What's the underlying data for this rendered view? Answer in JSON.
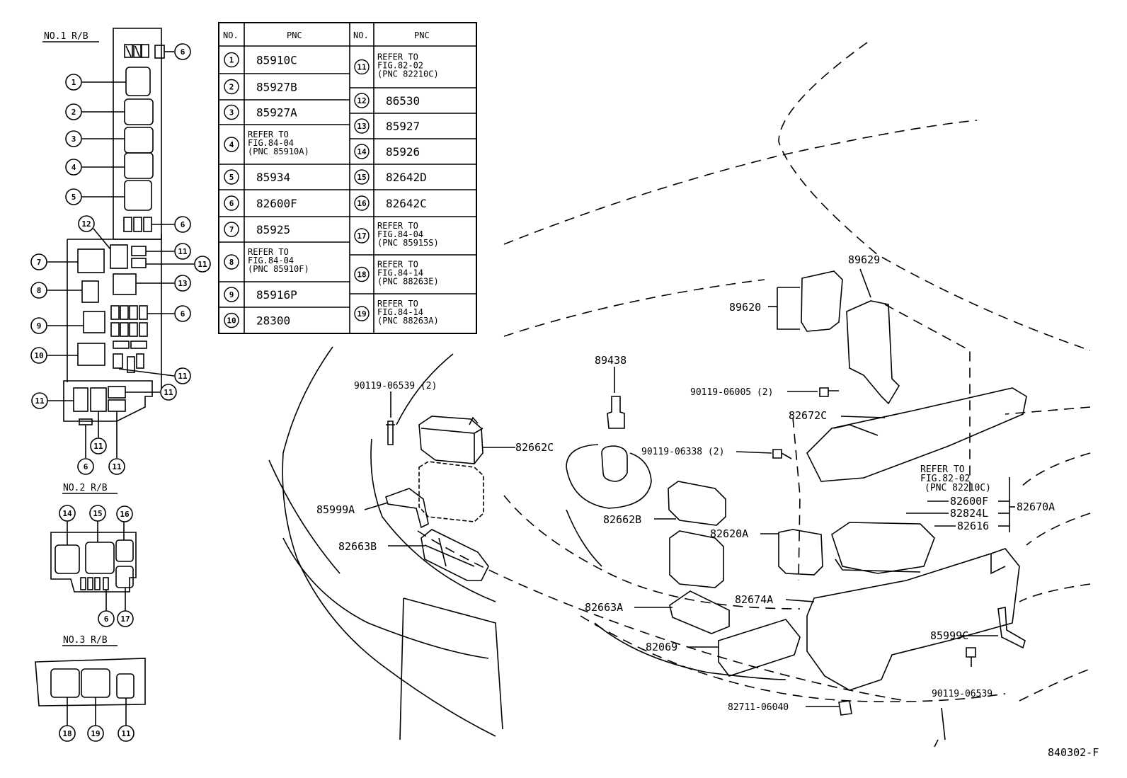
{
  "relay_blocks": {
    "no1_title": "NO.1 R/B",
    "no2_title": "NO.2 R/B",
    "no3_title": "NO.3 R/B"
  },
  "table": {
    "headers": [
      "NO.",
      "PNC",
      "NO.",
      "PNC"
    ],
    "left": [
      {
        "no": "1",
        "pnc": "85910C"
      },
      {
        "no": "2",
        "pnc": "85927B"
      },
      {
        "no": "3",
        "pnc": "85927A"
      },
      {
        "no": "4",
        "pnc": [
          "REFER TO",
          "FIG.84-04",
          " (PNC 85910A)"
        ]
      },
      {
        "no": "5",
        "pnc": "85934"
      },
      {
        "no": "6",
        "pnc": "82600F"
      },
      {
        "no": "7",
        "pnc": "85925"
      },
      {
        "no": "8",
        "pnc": [
          "REFER TO",
          "FIG.84-04",
          " (PNC 85910F)"
        ]
      },
      {
        "no": "9",
        "pnc": "85916P"
      },
      {
        "no": "10",
        "pnc": "28300"
      }
    ],
    "right": [
      {
        "no": "11",
        "pnc": [
          "REFER TO",
          "FIG.82-02",
          " (PNC 82210C)"
        ]
      },
      {
        "no": "12",
        "pnc": "86530"
      },
      {
        "no": "13",
        "pnc": "85927"
      },
      {
        "no": "14",
        "pnc": "85926"
      },
      {
        "no": "15",
        "pnc": "82642D"
      },
      {
        "no": "16",
        "pnc": "82642C"
      },
      {
        "no": "17",
        "pnc": [
          "REFER TO",
          "FIG.84-04",
          " (PNC 85915S)"
        ]
      },
      {
        "no": "18",
        "pnc": [
          "REFER TO",
          "FIG.84-14",
          " (PNC 88263E)"
        ]
      },
      {
        "no": "19",
        "pnc": [
          "REFER TO",
          "FIG.84-14",
          " (PNC 88263A)"
        ]
      }
    ]
  },
  "parts": {
    "p89629": "89629",
    "p89620": "89620",
    "p89438": "89438",
    "p90119_06539_2": "90119-06539 (2)",
    "p90119_06005_2": "90119-06005 (2)",
    "p82672C": "82672C",
    "p90119_06338_2": "90119-06338 (2)",
    "p82662C": "82662C",
    "p85999A": "85999A",
    "p82663B": "82663B",
    "p82662B": "82662B",
    "p82620A": "82620A",
    "p82674A": "82674A",
    "p82663A": "82663A",
    "p82069": "82069",
    "p85999C": "85999C",
    "p90119_06539": "90119-06539",
    "p82711_06040": "82711-06040",
    "p82600F": "82600F",
    "p82824L": "82824L",
    "p82616": "82616",
    "p82670A": "82670A",
    "refer_l1": "REFER TO",
    "refer_l2": "FIG.82-02",
    "refer_l3": "(PNC 82210C)"
  },
  "figure_code": "840302-F"
}
